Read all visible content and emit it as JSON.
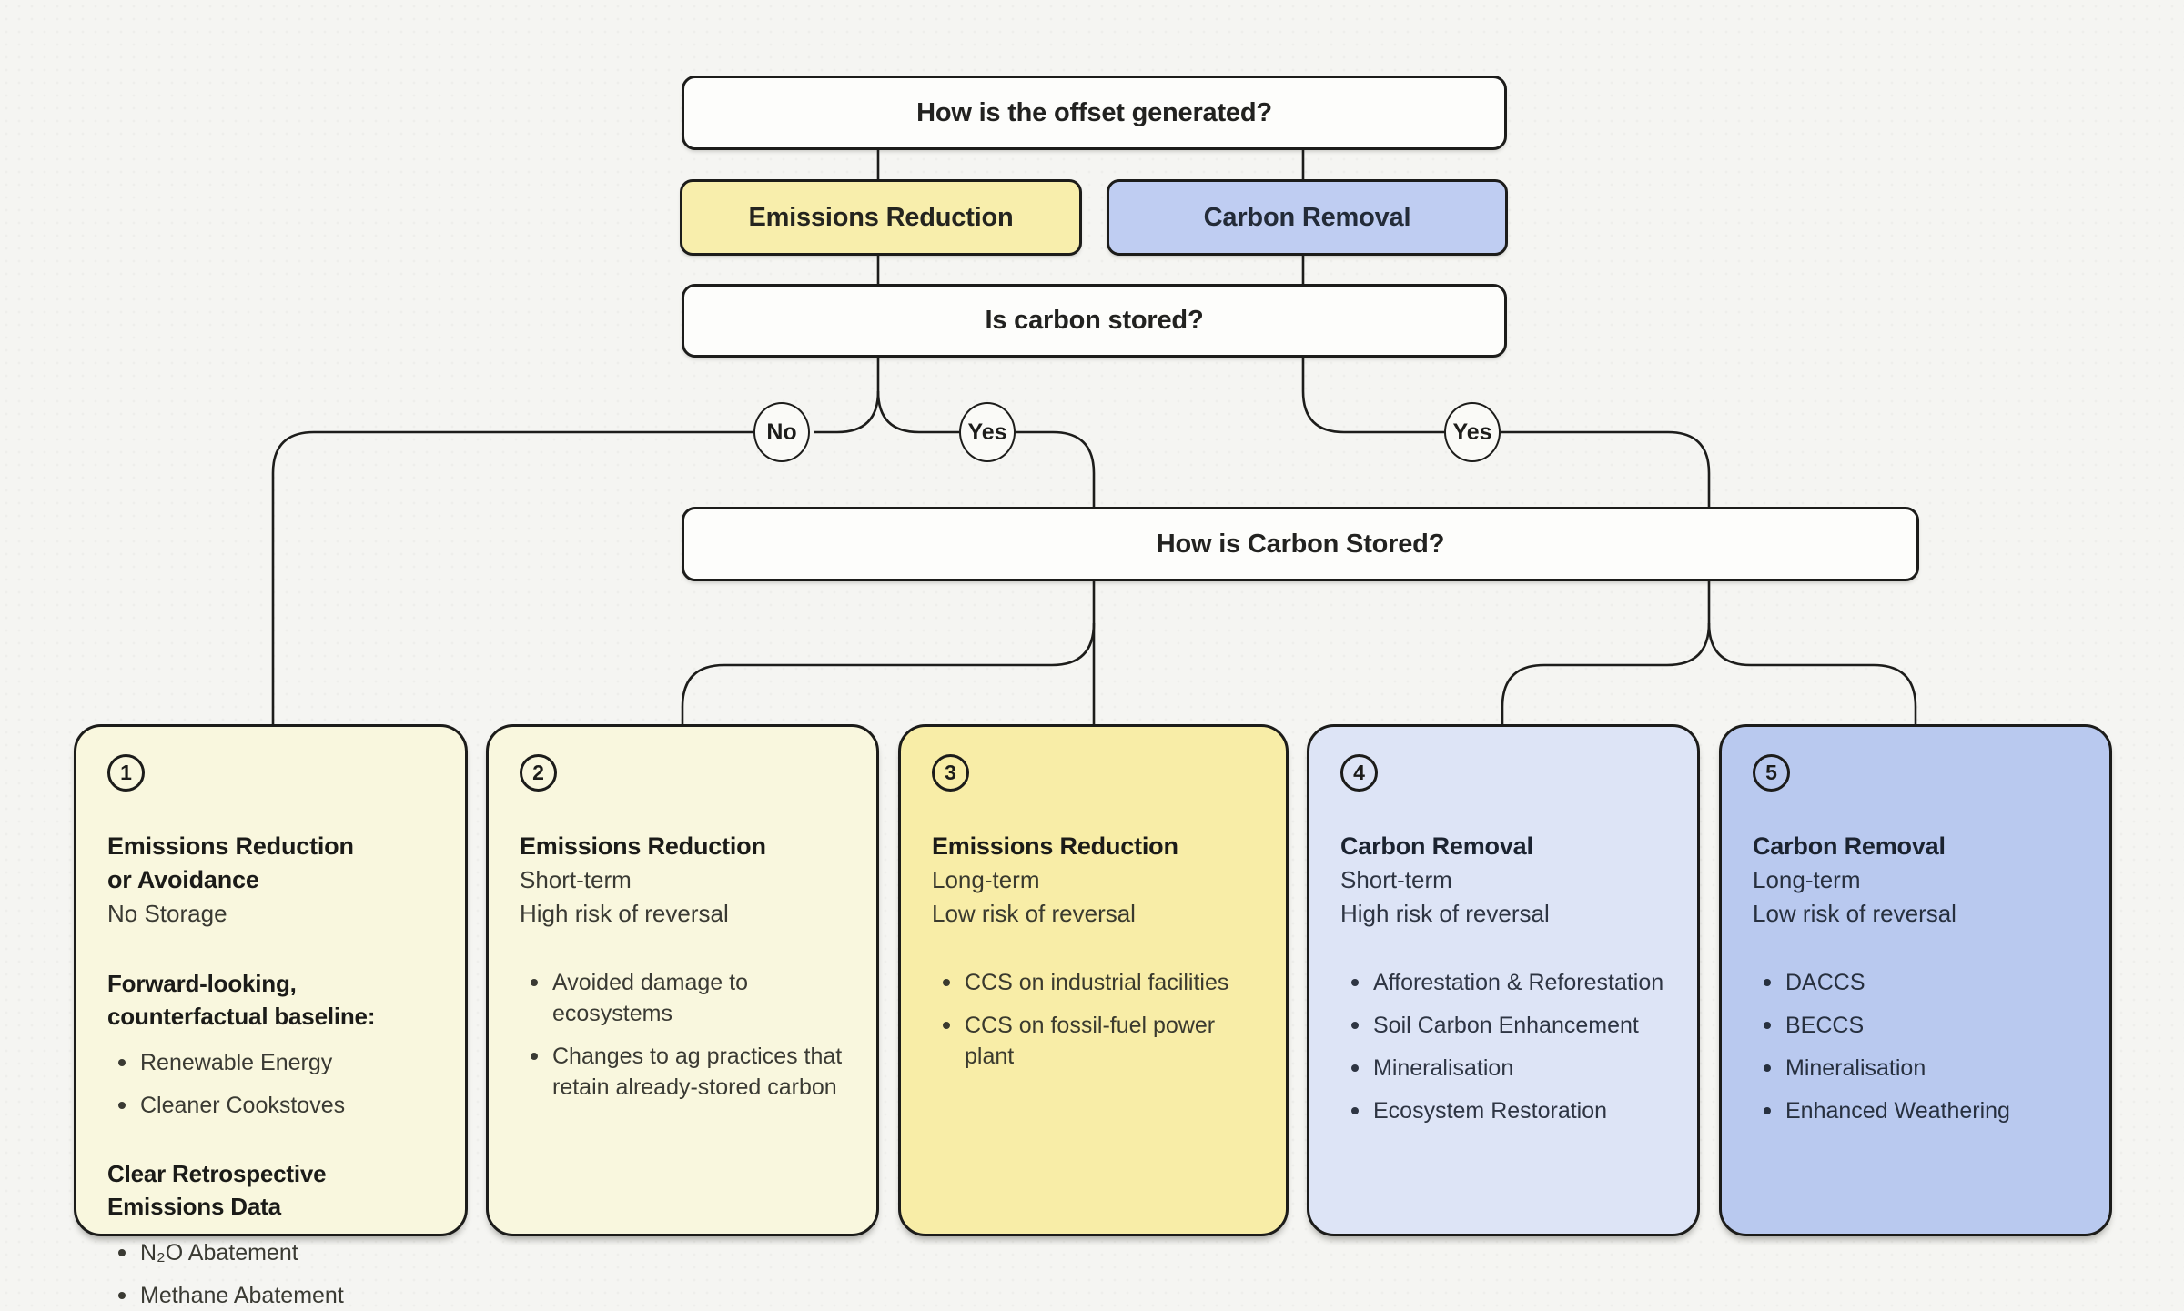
{
  "palette": {
    "background": "#F5F5F2",
    "line": "#1D1D1B",
    "banner_fill": "#FDFDFB",
    "border": "#1C1C1A",
    "yellow_branch": "#F8EEAC",
    "blue_branch": "#BFCDF2"
  },
  "diagram": {
    "q1": "How is the offset generated?",
    "branches": [
      {
        "label": "Emissions Reduction",
        "bg": "#F8EEAC",
        "fg": "#24241F"
      },
      {
        "label": "Carbon Removal",
        "bg": "#BFCDF2",
        "fg": "#232B38"
      }
    ],
    "q2": "Is carbon stored?",
    "decisions": [
      "No",
      "Yes",
      "Yes"
    ],
    "q3": "How is Carbon Stored?"
  },
  "cards": [
    {
      "number": "1",
      "bg": "#F9F7DE",
      "fg": "#3A3A33",
      "heading_fg": "#1B1B18",
      "title_lines": [
        "Emissions Reduction",
        "or Avoidance"
      ],
      "plain_lines": [
        "No Storage"
      ],
      "sections": [
        {
          "heading_lines": [
            "Forward-looking,",
            "counterfactual baseline:"
          ],
          "bullets": [
            "Renewable Energy",
            "Cleaner Cookstoves"
          ]
        },
        {
          "heading_lines": [
            "Clear Retrospective",
            "Emissions Data"
          ],
          "bullets": [
            "N₂O Abatement",
            "Methane Abatement"
          ]
        }
      ]
    },
    {
      "number": "2",
      "bg": "#F9F7DE",
      "fg": "#3A3A33",
      "heading_fg": "#1B1B18",
      "title_lines": [
        "Emissions Reduction"
      ],
      "plain_lines": [
        "Short-term",
        "High risk of reversal"
      ],
      "sections": [
        {
          "heading_lines": [],
          "bullets": [
            "Avoided damage to ecosystems",
            "Changes to ag practices that retain already-stored carbon"
          ]
        }
      ]
    },
    {
      "number": "3",
      "bg": "#F8EDA7",
      "fg": "#3A3A2E",
      "heading_fg": "#1B1B18",
      "title_lines": [
        "Emissions Reduction"
      ],
      "plain_lines": [
        "Long-term",
        "Low risk of reversal"
      ],
      "sections": [
        {
          "heading_lines": [],
          "bullets": [
            "CCS on industrial facilities",
            "CCS on fossil-fuel power plant"
          ]
        }
      ]
    },
    {
      "number": "4",
      "bg": "#DDE4F6",
      "fg": "#2E3543",
      "heading_fg": "#1B2330",
      "title_lines": [
        "Carbon Removal"
      ],
      "plain_lines": [
        "Short-term",
        "High risk of reversal"
      ],
      "sections": [
        {
          "heading_lines": [],
          "bullets": [
            "Afforestation & Reforestation",
            "Soil Carbon Enhancement",
            "Mineralisation",
            "Ecosystem Restoration"
          ]
        }
      ]
    },
    {
      "number": "5",
      "bg": "#B9C9EF",
      "fg": "#27303F",
      "heading_fg": "#1B2330",
      "title_lines": [
        "Carbon Removal"
      ],
      "plain_lines": [
        "Long-term",
        "Low risk of reversal"
      ],
      "sections": [
        {
          "heading_lines": [],
          "bullets": [
            "DACCS",
            "BECCS",
            "Mineralisation",
            "Enhanced Weathering"
          ]
        }
      ]
    }
  ]
}
